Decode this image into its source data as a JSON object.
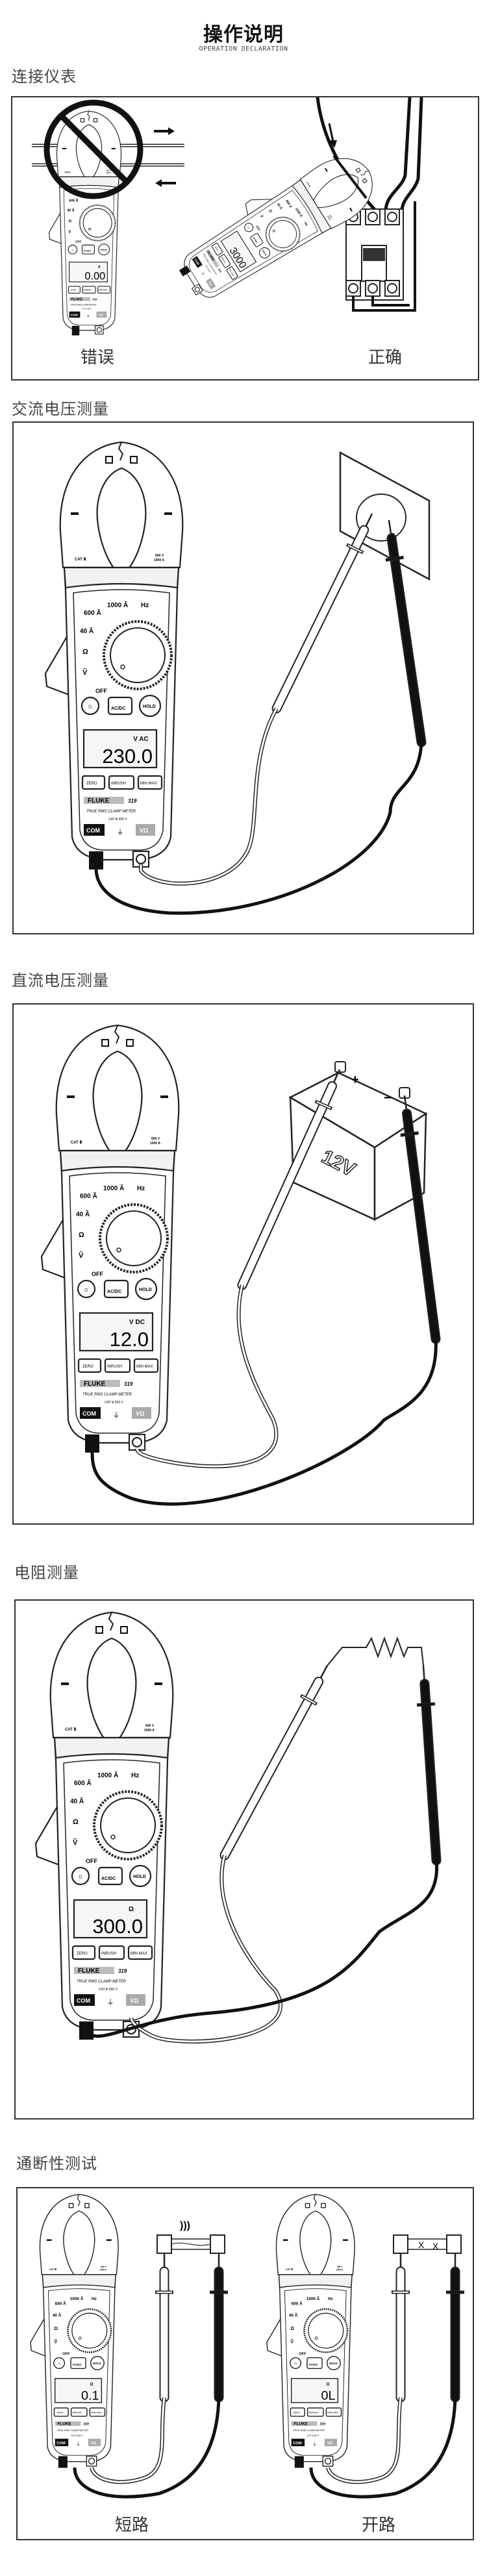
{
  "header": {
    "title": "操作说明",
    "subtitle": "OPERATION DECLARATION"
  },
  "meter_labels": {
    "cat": "CAT Ⅲ",
    "rating_v": "600 V",
    "rating_a": "1000 A",
    "a1000": "1000 Ã",
    "a600": "600 Ã",
    "a40": "40 Ã",
    "hz": "Hz",
    "ohm": "Ω",
    "v": "Ṽ",
    "off": "OFF",
    "acdc": "AC/DC",
    "hold": "HOLD",
    "zero": "ZERO",
    "inrush": "INRUSH",
    "minmax": "MIN MAX",
    "brand": "FLUKE",
    "model": "319",
    "model_desc": "TRUE RMS CLAMP METER",
    "com": "COM",
    "vohm": "VΩ",
    "jack_cat": "CAT Ⅲ 600 V"
  },
  "sections": [
    {
      "title": "连接仪表",
      "wrong_label": "错误",
      "right_label": "正确",
      "wrong_reading": "0.00",
      "wrong_unit": "A",
      "right_reading": "3000",
      "right_unit": ""
    },
    {
      "title": "交流电压测量",
      "reading": "230.0",
      "unit": "V AC"
    },
    {
      "title": "直流电压测量",
      "reading": "12.0",
      "unit": "V DC",
      "battery_label": "12V",
      "plus": "+",
      "minus": "−"
    },
    {
      "title": "电阻测量",
      "reading": "300.0",
      "unit": "Ω"
    },
    {
      "title": "通断性测试",
      "short_reading": "0.1",
      "open_reading": "0L",
      "unit": "Ω",
      "short_label": "短路",
      "open_label": "开路",
      "open_mark": "X"
    }
  ]
}
